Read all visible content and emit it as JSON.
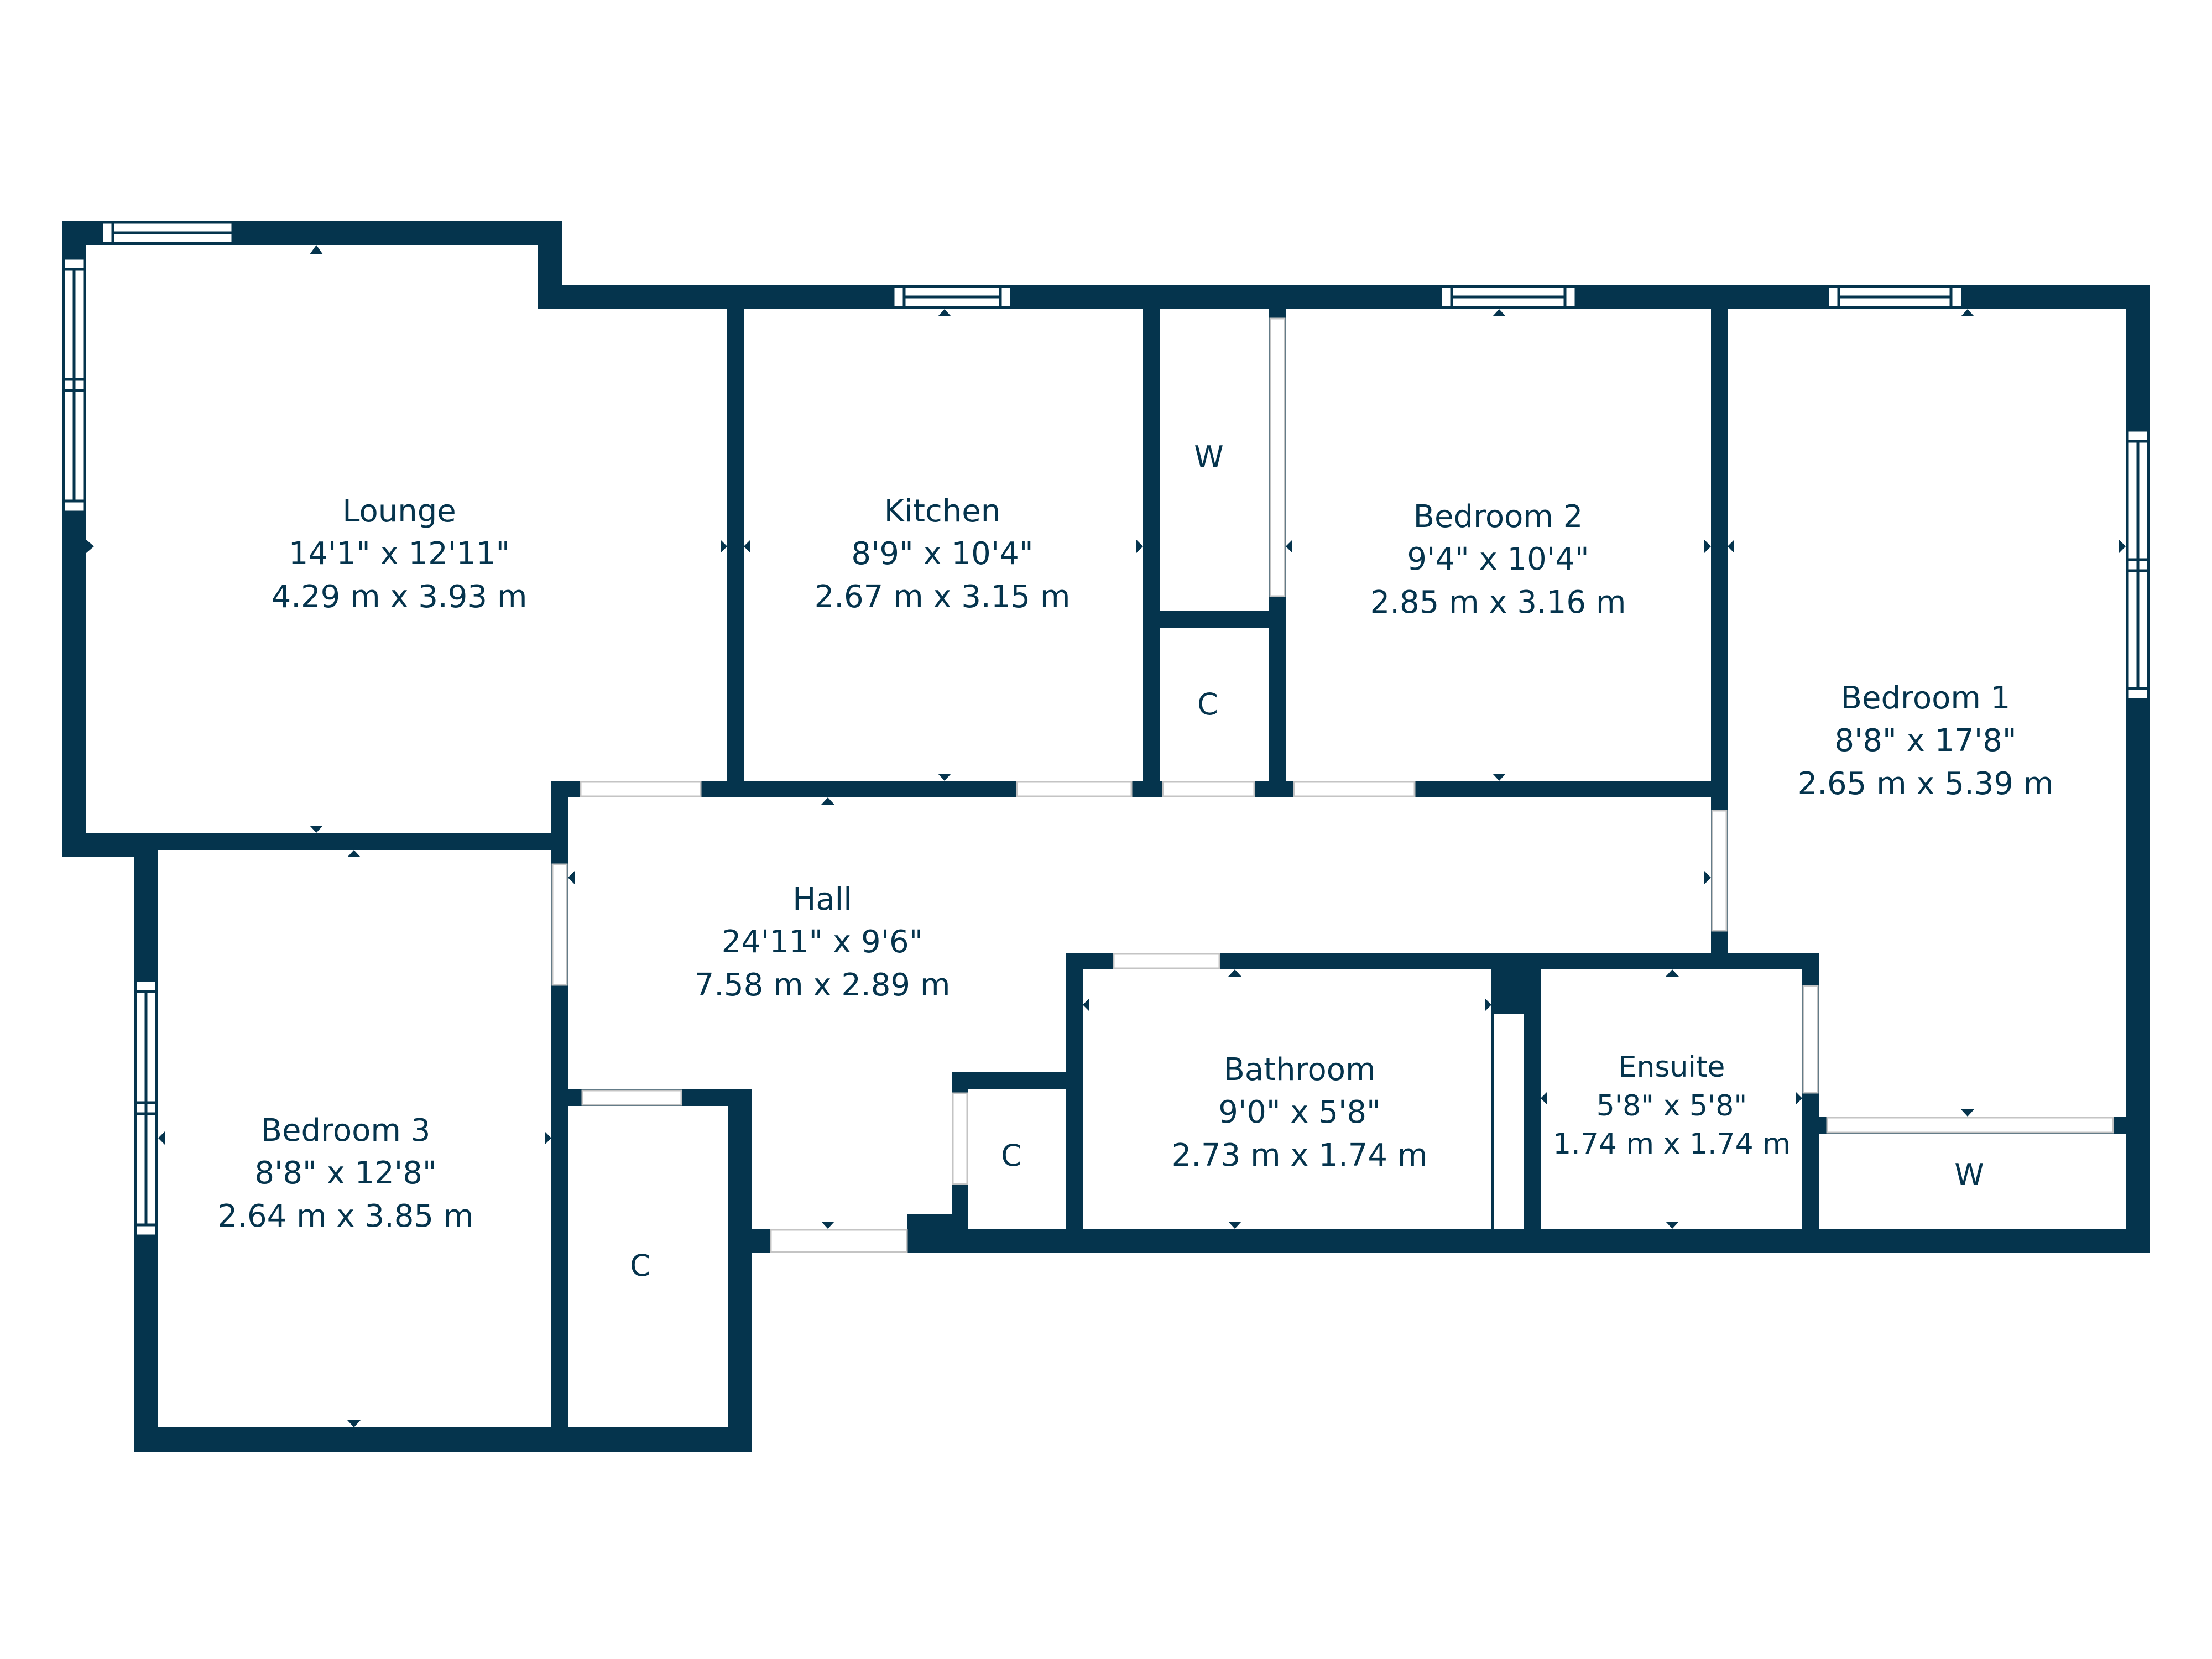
{
  "colors": {
    "wall": "#05344d",
    "background": "#ffffff",
    "door_edge": "#c4c4c4"
  },
  "rooms": {
    "lounge": {
      "name": "Lounge",
      "imperial": "14'1\" x 12'11\"",
      "metric": "4.29 m x 3.93 m"
    },
    "kitchen": {
      "name": "Kitchen",
      "imperial": "8'9\" x 10'4\"",
      "metric": "2.67 m x 3.15 m"
    },
    "bedroom2": {
      "name": "Bedroom 2",
      "imperial": "9'4\" x 10'4\"",
      "metric": "2.85 m x 3.16 m"
    },
    "bedroom1": {
      "name": "Bedroom 1",
      "imperial": "8'8\" x 17'8\"",
      "metric": "2.65 m x 5.39 m"
    },
    "hall": {
      "name": "Hall",
      "imperial": "24'11\" x 9'6\"",
      "metric": "7.58 m x 2.89 m"
    },
    "bathroom": {
      "name": "Bathroom",
      "imperial": "9'0\" x 5'8\"",
      "metric": "2.73 m x 1.74 m"
    },
    "ensuite": {
      "name": "Ensuite",
      "imperial": "5'8\" x 5'8\"",
      "metric": "1.74 m x 1.74 m"
    },
    "bedroom3": {
      "name": "Bedroom 3",
      "imperial": "8'8\" x 12'8\"",
      "metric": "2.64 m x 3.85 m"
    }
  },
  "storage": {
    "wardrobe_top": "W",
    "cupboard_top": "C",
    "wardrobe_bedroom1": "W",
    "cupboard_hall": "C",
    "cupboard_bedroom3": "C"
  }
}
